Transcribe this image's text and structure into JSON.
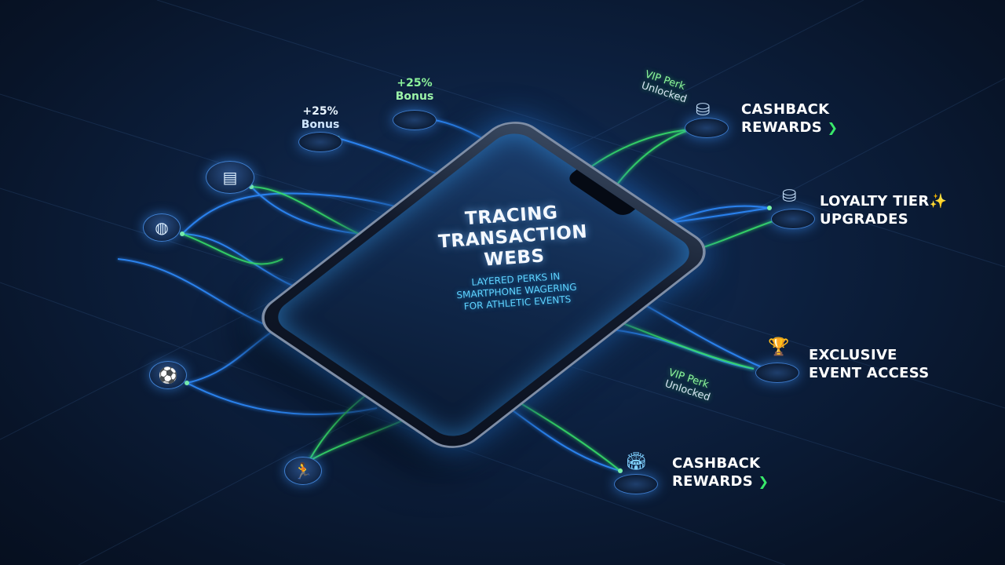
{
  "hero": {
    "title_lines": [
      "TRACING",
      "TRANSACTION",
      "WEBS"
    ],
    "subtitle_lines": [
      "LAYERED PERKS IN",
      "SMARTPHONE WAGERING",
      "FOR ATHLETIC EVENTS"
    ]
  },
  "badges": [
    {
      "percent": "+25%",
      "word": "Bonus"
    },
    {
      "percent": "+25%",
      "word": "Bonus"
    }
  ],
  "vip_labels": [
    {
      "line1": "VIP Perk",
      "line2": "Unlocked"
    },
    {
      "line1": "VIP Perk",
      "line2": "Unlocked"
    }
  ],
  "perks": [
    {
      "line1": "CASHBACK",
      "line2": "REWARDS",
      "suffix": "❯"
    },
    {
      "line1": "LOYALTY TIER",
      "line2": "UPGRADES",
      "suffix": "✨"
    },
    {
      "line1": "EXCLUSIVE",
      "line2": "EVENT ACCESS",
      "suffix": ""
    },
    {
      "line1": "CASHBACK",
      "line2": "REWARDS",
      "suffix": "❯"
    }
  ],
  "icons": {
    "document": "document-icon",
    "basketball": "basketball-icon",
    "soccer": "soccer-ball-icon",
    "runner": "runner-icon",
    "coins": "coin-stack-icon",
    "trophy": "trophy-icon",
    "stadium": "stadium-icon"
  },
  "colors": {
    "background": "#0c1f3d",
    "blue_line": "#2f8cff",
    "green_line": "#37e06a",
    "accent_cyan": "#5fd3ff",
    "chevron_green": "#39e86a"
  }
}
